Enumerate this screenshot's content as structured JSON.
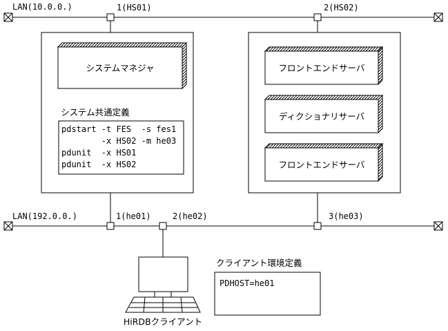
{
  "lan_top": {
    "label": "LAN(10.0.0.)",
    "node1": "1(HS01)",
    "node2": "2(HS02)"
  },
  "lan_bottom": {
    "label": "LAN(192.0.0.)",
    "node1": "1(he01)",
    "node2": "2(he02)",
    "node3": "3(he03)"
  },
  "host1": {
    "server": "システムマネジャ",
    "definition_title": "システム共通定義",
    "definition_lines": [
      "pdstart -t FES  -s fes1",
      "        -x HS02 -m he03",
      "pdunit  -x HS01",
      "pdunit  -x HS02"
    ]
  },
  "host2": {
    "servers": [
      "フロントエンドサーバ",
      "ディクショナリサーバ",
      "フロントエンドサーバ"
    ]
  },
  "client": {
    "label": "HiRDBクライアント",
    "definition_title": "クライアント環境定義",
    "definition_line": "PDHOST=he01"
  }
}
